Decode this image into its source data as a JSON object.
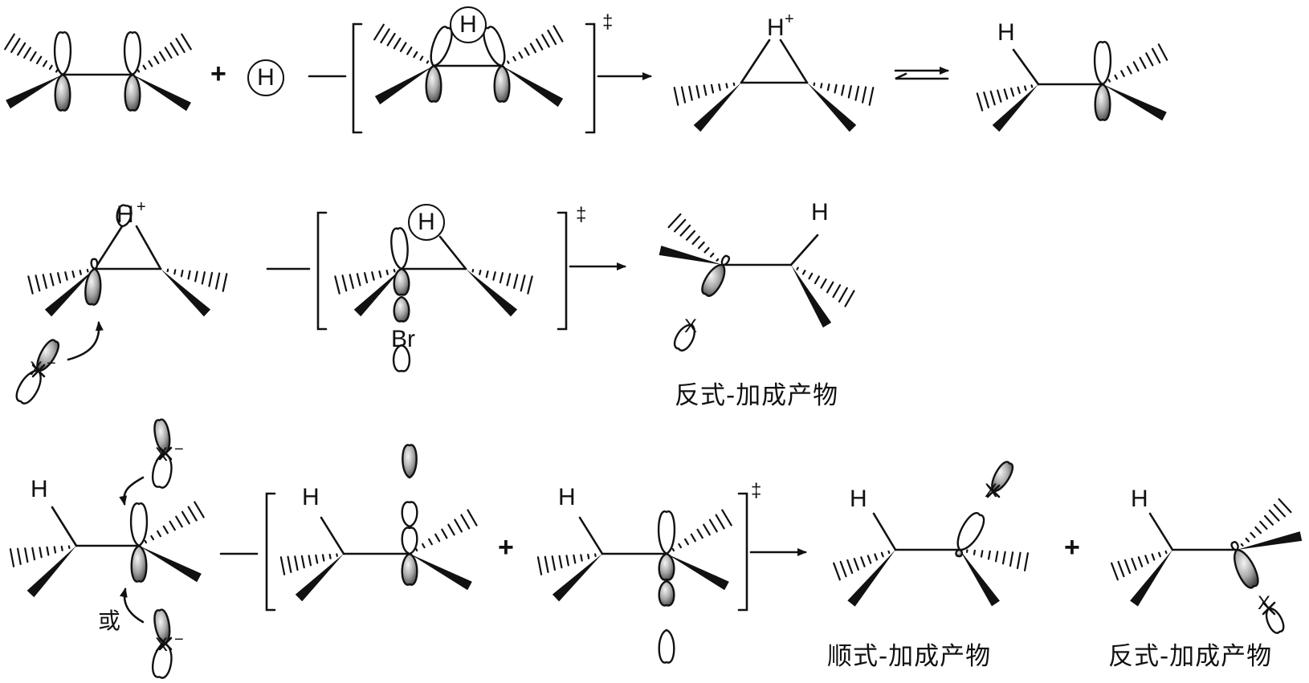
{
  "labels": {
    "h": "H",
    "h_plus": "H",
    "plus_sign": "+",
    "minus_sign": "−",
    "x": "X",
    "br": "Br",
    "double_dagger": "‡",
    "or": "或"
  },
  "captions": {
    "anti_addition_product": "反式-加成产物",
    "syn_addition_product": "顺式-加成产物"
  },
  "colors": {
    "ink": "#111111",
    "lobe_fill": "#9a9a9a",
    "background": "#ffffff"
  }
}
